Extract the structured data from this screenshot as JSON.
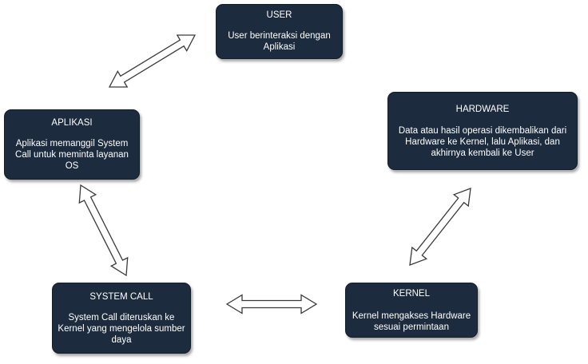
{
  "nodes": {
    "user": {
      "title": "USER",
      "description": "User berinteraksi dengan Aplikasi"
    },
    "aplikasi": {
      "title": "APLIKASI",
      "description": "Aplikasi memanggil System Call untuk meminta layanan OS"
    },
    "hardware": {
      "title": "HARDWARE",
      "description": "Data atau hasil operasi dikembalikan dari Hardware ke Kernel, lalu Aplikasi, dan akhirnya kembali ke User"
    },
    "system_call": {
      "title": "SYSTEM CALL",
      "description": "System Call diteruskan ke Kernel yang mengelola sumber daya"
    },
    "kernel": {
      "title": "KERNEL",
      "description": "Kernel mengakses Hardware sesuai permintaan"
    }
  },
  "connections": [
    {
      "from": "APLIKASI",
      "to": "USER",
      "direction": "bidirectional"
    },
    {
      "from": "APLIKASI",
      "to": "SYSTEM CALL",
      "direction": "bidirectional"
    },
    {
      "from": "SYSTEM CALL",
      "to": "KERNEL",
      "direction": "bidirectional"
    },
    {
      "from": "KERNEL",
      "to": "HARDWARE",
      "direction": "bidirectional"
    }
  ],
  "colors": {
    "node_fill": "#1c2b3d",
    "node_text": "#ffffff",
    "arrow_fill": "#ffffff",
    "arrow_stroke": "#3a3a3a"
  }
}
